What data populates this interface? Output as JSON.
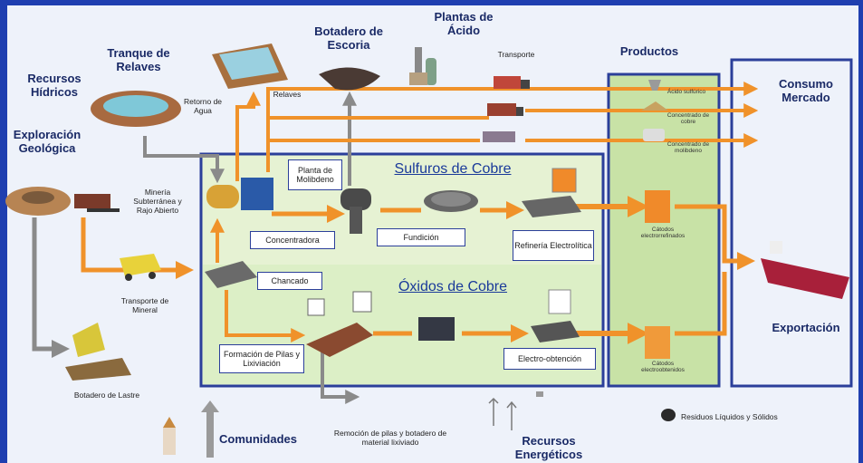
{
  "title": {
    "recursos_hidricos": "Recursos Hídricos",
    "tranque_relaves": "Tranque de Relaves",
    "botadero_escoria": "Botadero de Escoria",
    "plantas_acido": "Plantas de Ácido",
    "productos": "Productos",
    "consumo_mercado": "Consumo Mercado",
    "exploracion": "Exploración Geológica",
    "exportacion": "Exportación",
    "comunidades": "Comunidades",
    "recursos_energeticos": "Recursos Energéticos"
  },
  "sections": {
    "sulfuros": "Sulfuros de Cobre",
    "oxidos": "Óxidos de Cobre"
  },
  "labels": {
    "retorno_agua": "Retorno de Agua",
    "relaves": "Relaves",
    "transporte_top": "Transporte",
    "mineria": "Minería Subterránea y Rajo Abierto",
    "transporte_mineral": "Transporte de Mineral",
    "botadero_lastre": "Botadero de Lastre",
    "remocion": "Remoción de pilas y botadero de material lixiviado",
    "residuos": "Residuos Líquidos y Sólidos"
  },
  "boxes": {
    "planta_molibdeno": "Planta de Molibdeno",
    "concentradora": "Concentradora",
    "fundicion": "Fundición",
    "refineria": "Refinería Electrolítica",
    "chancado": "Chancado",
    "formacion_pilas": "Formación de Pilas y Lixiviación",
    "electro_obtencion": "Electro-obtención"
  },
  "products": {
    "acido": "Ácido sulfúrico",
    "concentrado_cobre": "Concentrado de cobre",
    "concentrado_molibdeno": "Concentrado de molibdeno",
    "catodos_electrorrefinados": "Cátodos electrorrefinados",
    "catodos_electroobtenidos": "Cátodos electroobtenidos"
  },
  "colors": {
    "frame": "#1f3fb0",
    "flow_arrow": "#f0922a",
    "grey_arrow": "#8a8a8a",
    "sulfuros_bg": "#eaf5d8",
    "productos_bg": "#cfe6b0",
    "box_border": "#2b3f9a"
  }
}
